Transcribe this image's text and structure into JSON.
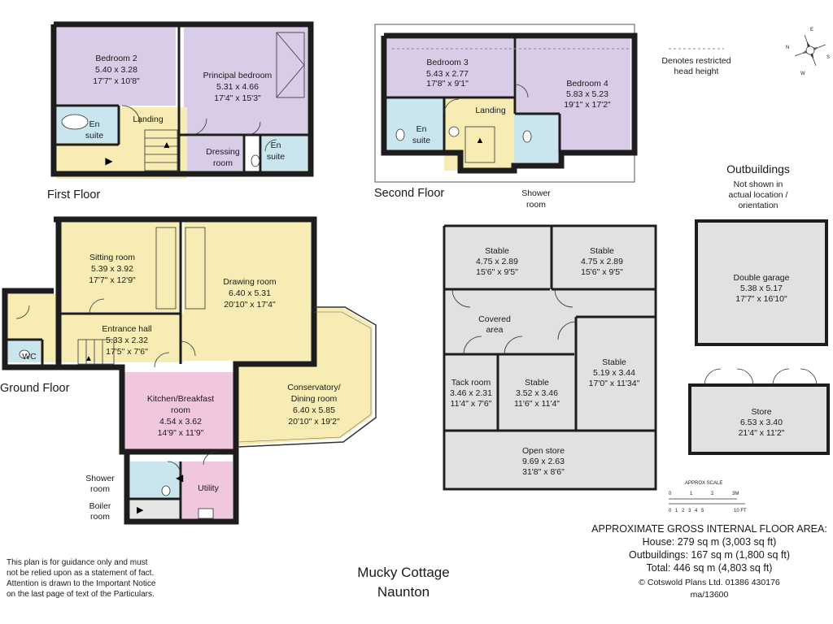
{
  "floors": {
    "first": "First Floor",
    "second": "Second Floor",
    "ground": "Ground Floor"
  },
  "rooms": {
    "bedroom2": {
      "name": "Bedroom 2",
      "metric": "5.40 x 3.28",
      "imperial": "17'7\" x 10'8\""
    },
    "principal": {
      "name": "Principal bedroom",
      "metric": "5.31 x 4.66",
      "imperial": "17'4\" x 15'3\""
    },
    "ensuite1": {
      "name1": "En",
      "name2": "suite"
    },
    "landing1": {
      "name": "Landing"
    },
    "dressing": {
      "name1": "Dressing",
      "name2": "room"
    },
    "ensuite2": {
      "name1": "En",
      "name2": "suite"
    },
    "bedroom3": {
      "name": "Bedroom 3",
      "metric": "5.43 x 2.77",
      "imperial": "17'8\" x 9'1\""
    },
    "bedroom4": {
      "name": "Bedroom 4",
      "metric": "5.83 x 5.23",
      "imperial": "19'1\" x 17'2\""
    },
    "ensuite3": {
      "name1": "En",
      "name2": "suite"
    },
    "landing2": {
      "name": "Landing"
    },
    "shower_room2": {
      "name1": "Shower",
      "name2": "room"
    },
    "sitting": {
      "name": "Sitting room",
      "metric": "5.39 x 3.92",
      "imperial": "17'7\" x 12'9\""
    },
    "drawing": {
      "name": "Drawing room",
      "metric": "6.40 x 5.31",
      "imperial": "20'10\" x 17'4\""
    },
    "entrance": {
      "name": "Entrance hall",
      "metric": "5.33 x 2.32",
      "imperial": "17'5\" x 7'6\""
    },
    "wc": {
      "name": "WC"
    },
    "kitchen": {
      "name1": "Kitchen/Breakfast",
      "name2": "room",
      "metric": "4.54 x 3.62",
      "imperial": "14'9\" x 11'9\""
    },
    "conservatory": {
      "name1": "Conservatory/",
      "name2": "Dining room",
      "metric": "6.40 x 5.85",
      "imperial": "20'10\" x 19'2\""
    },
    "shower_room1": {
      "name1": "Shower",
      "name2": "room"
    },
    "boiler": {
      "name1": "Boiler",
      "name2": "room"
    },
    "utility": {
      "name": "Utility"
    },
    "stable1": {
      "name": "Stable",
      "metric": "4.75 x 2.89",
      "imperial": "15'6\" x 9'5\""
    },
    "stable2": {
      "name": "Stable",
      "metric": "4.75 x 2.89",
      "imperial": "15'6\" x 9'5\""
    },
    "covered": {
      "name1": "Covered",
      "name2": "area"
    },
    "stable3": {
      "name": "Stable",
      "metric": "5.19 x 3.44",
      "imperial": "17'0\" x 11'34\""
    },
    "tack": {
      "name": "Tack room",
      "metric": "3.46 x 2.31",
      "imperial": "11'4\" x 7'6\""
    },
    "stable4": {
      "name": "Stable",
      "metric": "3.52 x 3.46",
      "imperial": "11'6\" x 11'4\""
    },
    "open_store": {
      "name": "Open store",
      "metric": "9.69 x 2.63",
      "imperial": "31'8\" x 8'6\""
    },
    "garage": {
      "name": "Double garage",
      "metric": "5.38 x 5.17",
      "imperial": "17'7\" x 16'10\""
    },
    "store": {
      "name": "Store",
      "metric": "6.53 x 3.40",
      "imperial": "21'4\" x 11'2\""
    }
  },
  "legend": {
    "line1": "Denotes restricted",
    "line2": "head height"
  },
  "outbuildings": {
    "title": "Outbuildings",
    "note1": "Not shown in",
    "note2": "actual location /",
    "note3": "orientation"
  },
  "scale": {
    "title": "APPROX SCALE",
    "m_ticks": [
      "0",
      "1",
      "2",
      "3M"
    ],
    "ft_ticks": [
      "0",
      "1",
      "2",
      "3",
      "4",
      "5",
      "10 FT"
    ]
  },
  "compass": {
    "n": "N",
    "s": "S",
    "e": "E",
    "w": "W"
  },
  "area": {
    "heading": "APPROXIMATE GROSS INTERNAL FLOOR AREA:",
    "house": "House: 279 sq m (3,003 sq ft)",
    "outbuildings": "Outbuildings: 167 sq m (1,800 sq ft)",
    "total": "Total: 446 sq m (4,803 sq ft)",
    "copyright": "©  Cotswold Plans Ltd. 01386 430176",
    "ref": "ma/13600"
  },
  "title": {
    "line1": "Mucky Cottage",
    "line2": "Naunton"
  },
  "disclaimer": [
    "This plan is for guidance only and must",
    "not be relied upon as a statement of fact.",
    "Attention is drawn to the Important Notice",
    "on the last page of text of the Particulars."
  ],
  "colors": {
    "bedroom": "#d8cce6",
    "ensuite": "#c9e6ee",
    "landing": "#f7ecb3",
    "living": "#f7ecb3",
    "kitchen": "#f1c7e0",
    "outbuilding": "#e1e1e1",
    "wall": "#1d1d1d"
  }
}
